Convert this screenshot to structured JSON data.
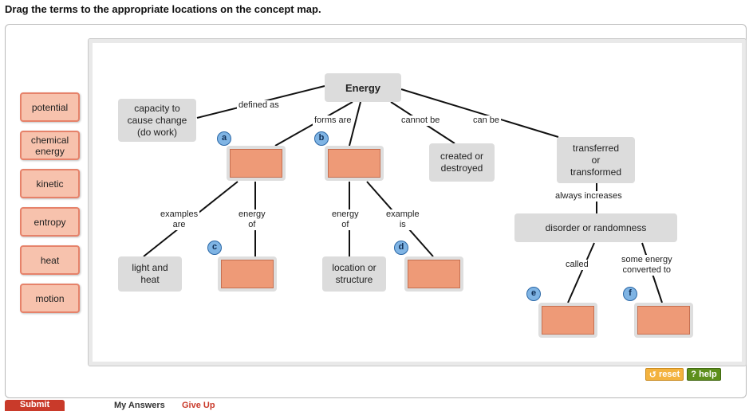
{
  "instructions": "Drag the terms to the appropriate locations on the concept map.",
  "terms": [
    "potential",
    "chemical\nenergy",
    "kinetic",
    "entropy",
    "heat",
    "motion"
  ],
  "nodes": {
    "energy": "Energy",
    "capacity": "capacity to\ncause change\n(do work)",
    "created": "created or\ndestroyed",
    "transferred": "transferred\nor\ntransformed",
    "disorder": "disorder or randomness",
    "light_heat": "light and\nheat",
    "location": "location or\nstructure"
  },
  "links": {
    "defined_as": "defined as",
    "forms_are": "forms are",
    "cannot_be": "cannot be",
    "can_be": "can be",
    "always_increases": "always increases",
    "examples_are": "examples\nare",
    "energy_of_1": "energy\nof",
    "energy_of_2": "energy\nof",
    "example_is": "example\nis",
    "called": "called",
    "some_energy": "some energy\nconverted to"
  },
  "badges": {
    "a": "a",
    "b": "b",
    "c": "c",
    "d": "d",
    "e": "e",
    "f": "f"
  },
  "buttons": {
    "reset": "reset",
    "help": "help",
    "submit": "Submit"
  },
  "footer": {
    "my_answers": "My Answers",
    "give_up": "Give Up"
  },
  "colors": {
    "term_fill": "#f7c2ad",
    "term_border": "#e6826a",
    "slot_fill": "#ee9a77",
    "badge_fill": "#7fb4e4",
    "node_fill": "#dcdcdc",
    "reset": "#f3b23e",
    "help": "#5d8f1c",
    "submit": "#c93a2a"
  }
}
